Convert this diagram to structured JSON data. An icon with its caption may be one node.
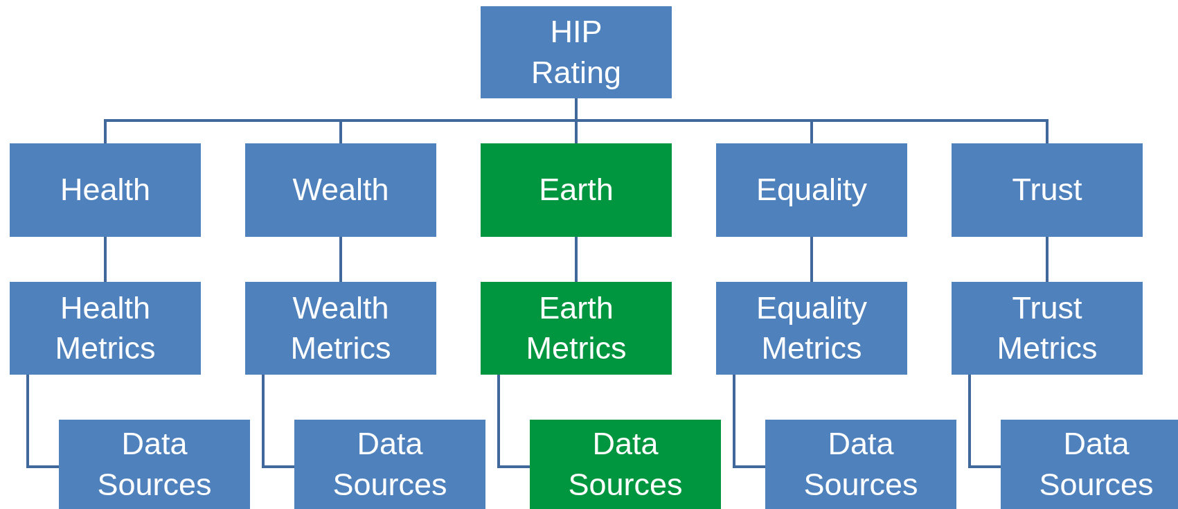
{
  "diagram": {
    "nodes": [
      {
        "text": [
          "HIP Rating"
        ]
      },
      {
        "text": [
          "Health"
        ]
      },
      {
        "text": [
          "Wealth"
        ]
      },
      {
        "text": [
          "Earth"
        ]
      },
      {
        "text": [
          "Equality"
        ]
      },
      {
        "text": [
          "Trust"
        ]
      },
      {
        "text": [
          "Health Metrics"
        ]
      },
      {
        "text": [
          "Wealth Metrics"
        ]
      },
      {
        "text": [
          "Earth Metrics"
        ]
      },
      {
        "text": [
          "Equality Metrics"
        ]
      },
      {
        "text": [
          "Trust Metrics"
        ]
      },
      {
        "text": [
          "Data Sources"
        ]
      },
      {
        "text": [
          "Data Sources"
        ]
      },
      {
        "text": [
          "Data Sources"
        ]
      },
      {
        "text": [
          "Data Sources"
        ]
      },
      {
        "text": [
          "Data Sources"
        ]
      }
    ],
    "edges": [
      {
        "from": 0,
        "to": 1,
        "arrow": "none"
      },
      {
        "from": 0,
        "to": 2,
        "arrow": "none"
      },
      {
        "from": 0,
        "to": 3,
        "arrow": "none"
      },
      {
        "from": 0,
        "to": 4,
        "arrow": "none"
      },
      {
        "from": 0,
        "to": 5,
        "arrow": "none"
      },
      {
        "from": 1,
        "to": 6,
        "arrow": "none"
      },
      {
        "from": 2,
        "to": 7,
        "arrow": "none"
      },
      {
        "from": 3,
        "to": 8,
        "arrow": "none"
      },
      {
        "from": 4,
        "to": 9,
        "arrow": "none"
      },
      {
        "from": 5,
        "to": 10,
        "arrow": "none"
      },
      {
        "from": 6,
        "to": 11,
        "arrow": "none"
      },
      {
        "from": 7,
        "to": 12,
        "arrow": "none"
      },
      {
        "from": 8,
        "to": 13,
        "arrow": "none"
      },
      {
        "from": 9,
        "to": 14,
        "arrow": "none"
      },
      {
        "from": 10,
        "to": 15,
        "arrow": "none"
      }
    ]
  }
}
